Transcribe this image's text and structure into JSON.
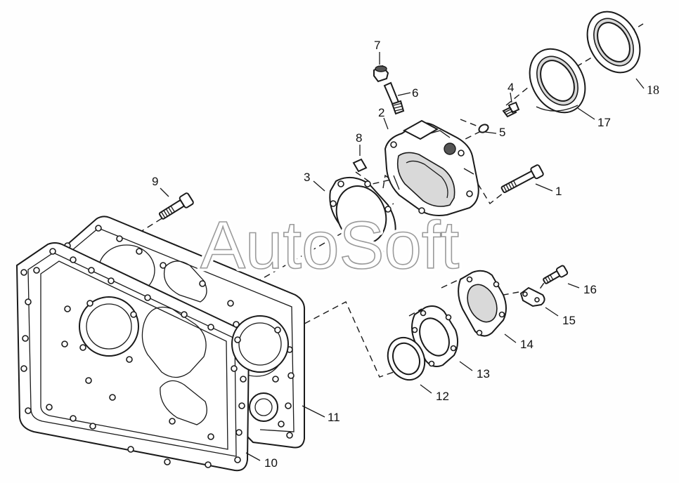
{
  "callouts": [
    {
      "id": "1",
      "text": "1"
    },
    {
      "id": "2",
      "text": "2"
    },
    {
      "id": "3",
      "text": "3"
    },
    {
      "id": "4",
      "text": "4"
    },
    {
      "id": "5",
      "text": "5"
    },
    {
      "id": "6",
      "text": "6"
    },
    {
      "id": "7",
      "text": "7"
    },
    {
      "id": "8",
      "text": "8"
    },
    {
      "id": "9",
      "text": "9"
    },
    {
      "id": "10",
      "text": "10"
    },
    {
      "id": "11",
      "text": "11"
    },
    {
      "id": "12",
      "text": "12"
    },
    {
      "id": "13",
      "text": "13"
    },
    {
      "id": "14",
      "text": "14"
    },
    {
      "id": "15",
      "text": "15"
    },
    {
      "id": "16",
      "text": "16"
    },
    {
      "id": "17",
      "text": "17"
    },
    {
      "id": "18",
      "text": "18"
    }
  ],
  "watermark": "AutoSoft",
  "colors": {
    "line": "#1a1a1a",
    "background": "#fefefe",
    "watermark_outline": "#9a9a9a"
  }
}
